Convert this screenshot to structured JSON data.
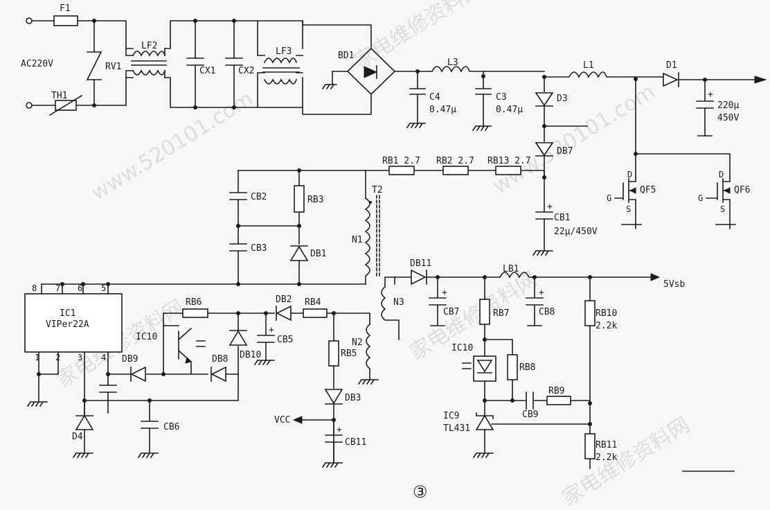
{
  "figure_number": "③",
  "input": {
    "label": "AC220V"
  },
  "components": {
    "F1": "F1",
    "RV1": "RV1",
    "TH1": "TH1",
    "LF2": "LF2",
    "CX1": "CX1",
    "CX2": "CX2",
    "LF3": "LF3",
    "BD1": "BD1",
    "C4": "C4",
    "C4_value": "0.47μ",
    "L3": "L3",
    "C3": "C3",
    "C3_value": "0.47μ",
    "D3": "D3",
    "L1": "L1",
    "D1": "D1",
    "Cout_value": "220μ",
    "Cout_voltage": "450V",
    "DB7": "DB7",
    "RB1": "RB1 2.7",
    "RB2": "RB2 2.7",
    "RB13": "RB13 2.7",
    "CB1": "CB1",
    "CB1_value": "22μ/450V",
    "T2": "T2",
    "N1": "N1",
    "N2": "N2",
    "N3": "N3",
    "CB2": "CB2",
    "CB3": "CB3",
    "RB3": "RB3",
    "DB1": "DB1",
    "QF5": "QF5",
    "QF6": "QF6",
    "gate": "G",
    "drain": "D",
    "source": "S",
    "IC1": "IC1",
    "IC1_part": "VIPer22A",
    "RB6": "RB6",
    "DB2": "DB2",
    "RB4": "RB4",
    "CB5": "CB5",
    "DB10": "DB10",
    "IC10_opto_tr": "IC10",
    "DB9": "DB9",
    "DB8": "DB8",
    "D4": "D4",
    "CB6": "CB6",
    "RB5": "RB5",
    "DB3": "DB3",
    "VCC": "VCC",
    "CB11": "CB11",
    "DB11": "DB11",
    "CB7": "CB7",
    "LB1": "LB1",
    "CB8": "CB8",
    "out": "5Vsb",
    "RB7": "RB7",
    "RB10": "RB10",
    "RB10_value": "2.2k",
    "IC10_led": "IC10",
    "RB8": "RB8",
    "CB9": "CB9",
    "RB9": "RB9",
    "IC9": "IC9",
    "IC9_part": "TL431",
    "RB11": "RB11",
    "RB11_value": "2.2k"
  },
  "ic1_pins": {
    "p8": "8",
    "p7": "7",
    "p6": "6",
    "p5": "5",
    "p1": "1",
    "p2": "2",
    "p3": "3",
    "p4": "4"
  },
  "watermark": {
    "site": "家电维修资料网",
    "url": "www.520101.com"
  }
}
